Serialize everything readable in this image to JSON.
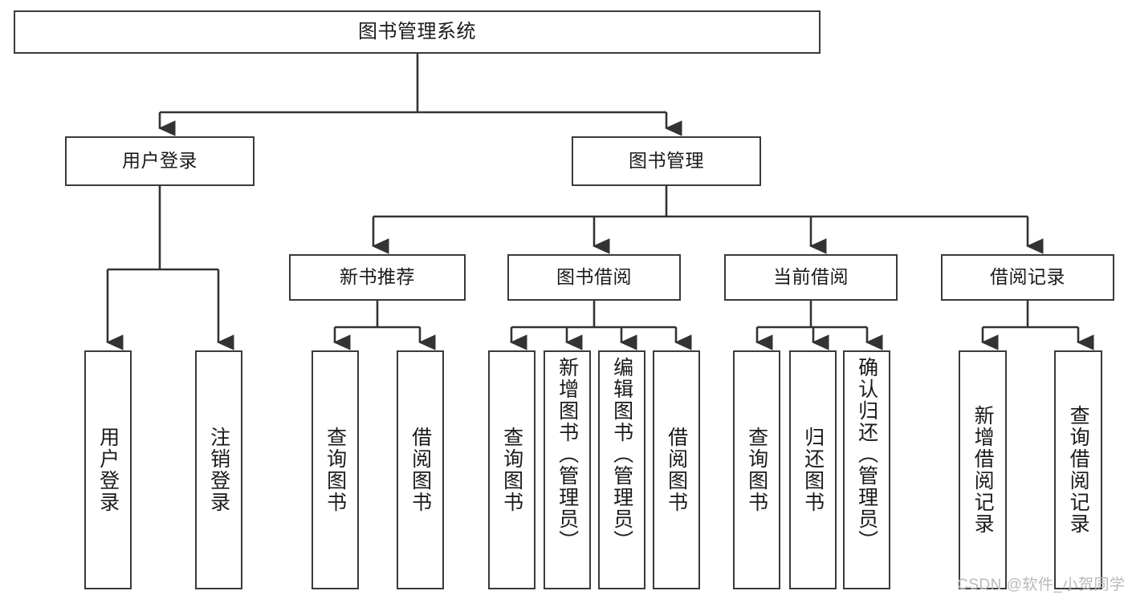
{
  "diagram": {
    "title": "图书管理系统",
    "type": "tree-diagram",
    "watermark": "CSDN @软件_小贺同学",
    "colors": {
      "box_border": "#3a3a3a",
      "box_fill": "#ffffff",
      "connector": "#333333",
      "text": "#1a1a1a",
      "watermark": "#b9b9b9",
      "background": "#ffffff"
    },
    "nodes": {
      "root": {
        "label": "图书管理系统"
      },
      "level2": [
        {
          "label": "用户登录"
        },
        {
          "label": "图书管理"
        }
      ],
      "level3": [
        {
          "label": "新书推荐"
        },
        {
          "label": "图书借阅"
        },
        {
          "label": "当前借阅"
        },
        {
          "label": "借阅记录"
        }
      ],
      "leaves_user_login": [
        {
          "label": "用户登录"
        },
        {
          "label": "注销登录"
        }
      ],
      "leaves_new_book": [
        {
          "label": "查询图书"
        },
        {
          "label": "借阅图书"
        }
      ],
      "leaves_borrow": [
        {
          "label": "查询图书"
        },
        {
          "label": "新增图书（管理员）"
        },
        {
          "label": "编辑图书（管理员）"
        },
        {
          "label": "借阅图书"
        }
      ],
      "leaves_current": [
        {
          "label": "查询图书"
        },
        {
          "label": "归还图书"
        },
        {
          "label": "确认归还（管理员）"
        }
      ],
      "leaves_record": [
        {
          "label": "新增借阅记录"
        },
        {
          "label": "查询借阅记录"
        }
      ]
    }
  }
}
